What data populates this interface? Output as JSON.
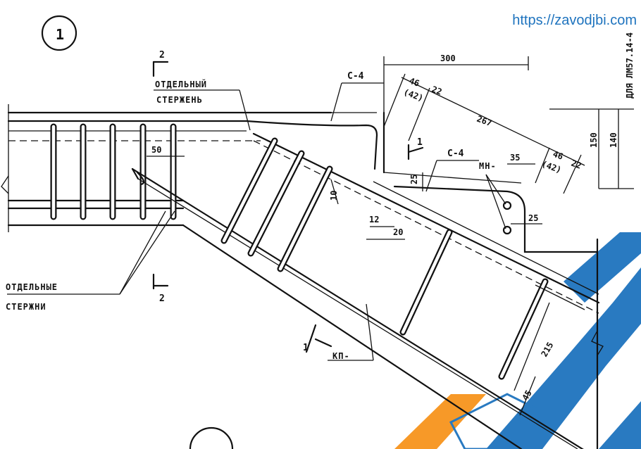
{
  "watermark": {
    "url": "https://zavodjbi.com",
    "colors": {
      "blue": "#1e73be",
      "orange": "#f7941d"
    }
  },
  "detail_number": "1",
  "side_note": "ДЛЯ ЛМ57.14-4",
  "section_marks": {
    "section_2_top": "2",
    "section_2_bottom": "2",
    "section_1_mid": "1",
    "section_1_bottom": "1"
  },
  "labels": {
    "separate_bar_1": "ОТДЕЛЬНЫЙ",
    "separate_bar_2": "СТЕРЖЕНЬ",
    "separate_bars_1": "ОТДЕЛЬНЫЕ",
    "separate_bars_2": "СТЕРЖНИ",
    "c4_top": "С-4",
    "c4_mid": "С-4",
    "mn": "МН-",
    "kp": "КП-"
  },
  "dimensions": {
    "d300": "300",
    "d46a": "46",
    "d42a": "(42)",
    "d22a": "22",
    "d267": "267",
    "d46b": "46",
    "d42b": "(42)",
    "d22b": "22",
    "d150": "150",
    "d140": "140",
    "d50": "50",
    "d35": "35",
    "d25a": "25",
    "d25b": "25",
    "d12": "12",
    "d20": "20",
    "d10": "10",
    "d215": "215",
    "d45": "45"
  }
}
